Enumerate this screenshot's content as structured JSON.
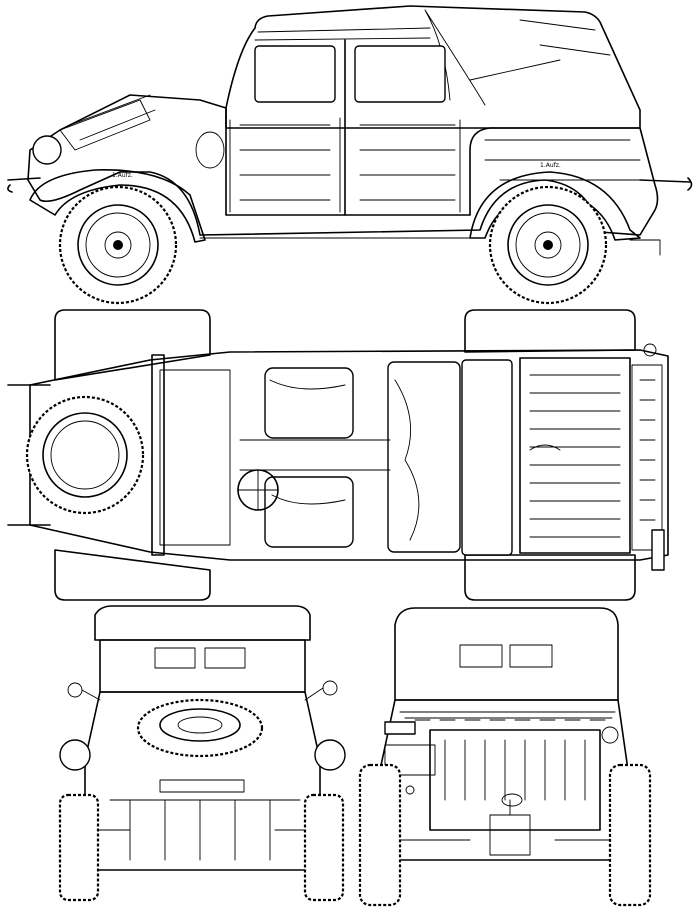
{
  "drawing": {
    "views": [
      {
        "id": "side",
        "label": "side-view"
      },
      {
        "id": "top",
        "label": "top-view"
      },
      {
        "id": "front",
        "label": "front-view"
      },
      {
        "id": "rear",
        "label": "rear-view"
      }
    ],
    "side_annotations": {
      "front_fender_label": "1.Aufz.",
      "rear_fender_label": "1.Aufz."
    }
  },
  "colors": {
    "line": "#000000",
    "paper": "#ffffff"
  }
}
